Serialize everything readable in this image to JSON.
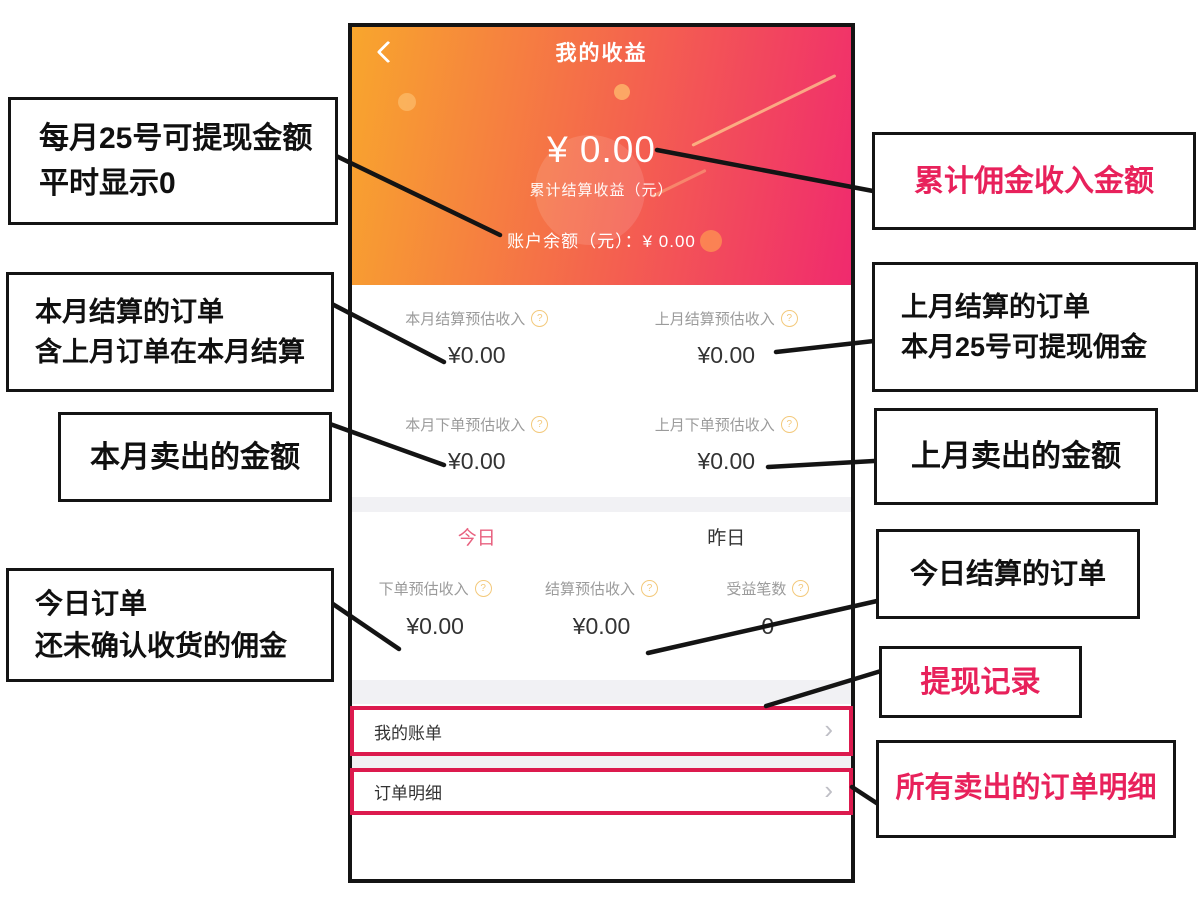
{
  "phone": {
    "header": {
      "title": "我的收益",
      "back_icon": "chevron-left"
    },
    "hero": {
      "amount": "¥ 0.00",
      "amount_label": "累计结算收益（元）",
      "balance": "账户余额（元）：¥ 0.00"
    },
    "help_icon": "?",
    "monthly_stats": [
      {
        "label": "本月结算预估收入",
        "value": "¥0.00"
      },
      {
        "label": "上月结算预估收入",
        "value": "¥0.00"
      },
      {
        "label": "本月下单预估收入",
        "value": "¥0.00"
      },
      {
        "label": "上月下单预估收入",
        "value": "¥0.00"
      }
    ],
    "day_tabs": [
      {
        "label": "今日",
        "active": true
      },
      {
        "label": "昨日",
        "active": false
      }
    ],
    "today_stats": [
      {
        "label": "下单预估收入",
        "value": "¥0.00"
      },
      {
        "label": "结算预估收入",
        "value": "¥0.00"
      },
      {
        "label": "受益笔数",
        "value": "0"
      }
    ],
    "menu": [
      {
        "label": "我的账单",
        "chevron": "›"
      },
      {
        "label": "订单明细",
        "chevron": "›"
      }
    ]
  },
  "annotations": {
    "left": [
      {
        "lines": [
          "每月25号可提现金额",
          "平时显示0"
        ],
        "color": "black"
      },
      {
        "lines": [
          "本月结算的订单",
          "含上月订单在本月结算"
        ],
        "color": "black"
      },
      {
        "lines": [
          "本月卖出的金额"
        ],
        "color": "black"
      },
      {
        "lines": [
          "今日订单",
          "还未确认收货的佣金"
        ],
        "color": "black"
      }
    ],
    "right": [
      {
        "lines": [
          "累计佣金收入金额"
        ],
        "color": "red"
      },
      {
        "lines": [
          "上月结算的订单",
          "本月25号可提现佣金"
        ],
        "color": "black"
      },
      {
        "lines": [
          "上月卖出的金额"
        ],
        "color": "black"
      },
      {
        "lines": [
          "今日结算的订单"
        ],
        "color": "black"
      },
      {
        "lines": [
          "提现记录"
        ],
        "color": "red"
      },
      {
        "lines": [
          "所有卖出的订单明细"
        ],
        "color": "red"
      }
    ]
  },
  "colors": {
    "gradient_from": "#F8A62D",
    "gradient_mid": "#F4614F",
    "gradient_to": "#F02A6E",
    "highlight_outline": "#DC1A4E",
    "annotation_red": "#E8215B",
    "tab_active": "#E8617F",
    "help_gold": "#F3C97B"
  }
}
